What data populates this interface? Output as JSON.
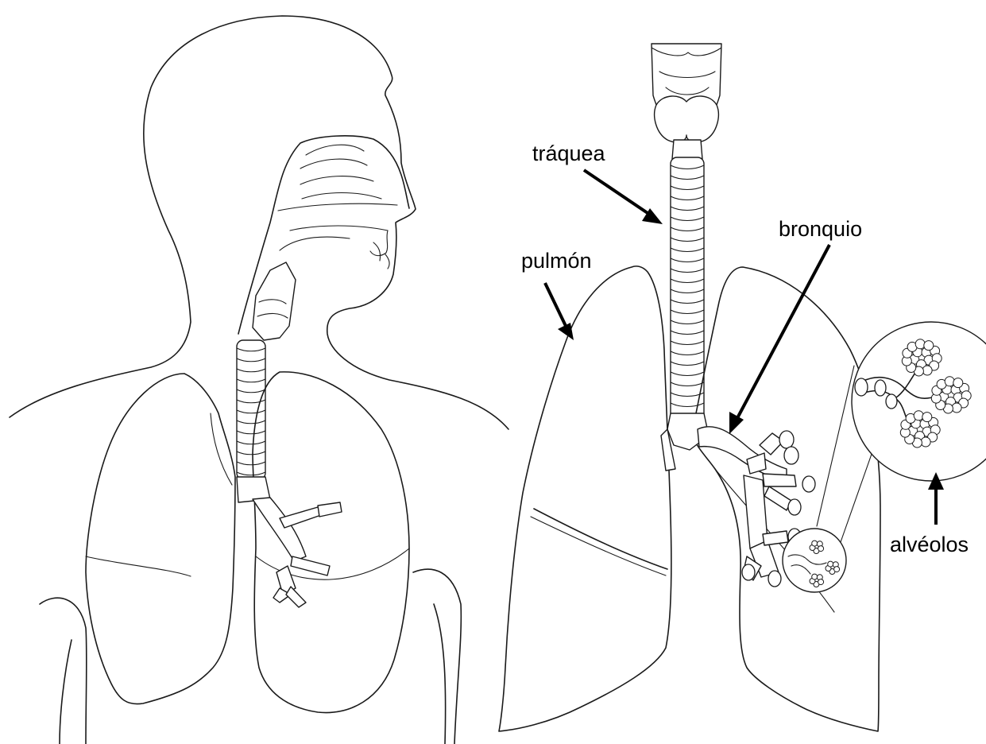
{
  "labels": {
    "trachea": "tráquea",
    "lung": "pulmón",
    "bronchus": "bronquio",
    "alveoli": "alvéolos"
  },
  "colors": {
    "line": "#1a1a1a",
    "background": "#ffffff",
    "text": "#000000"
  }
}
